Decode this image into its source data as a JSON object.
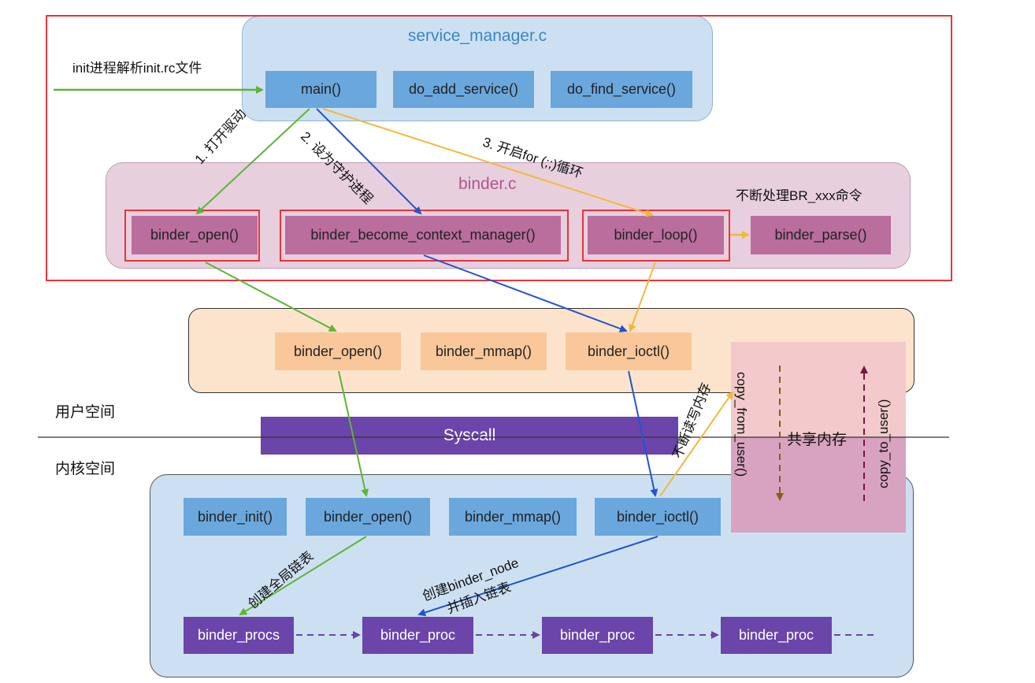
{
  "service_manager": {
    "title": "service_manager.c",
    "main": "main()",
    "add_service": "do_add_service()",
    "find_service": "do_find_service()"
  },
  "binder_c": {
    "title": "binder.c",
    "open": "binder_open()",
    "become_cm": "binder_become_context_manager()",
    "loop": "binder_loop()",
    "parse": "binder_parse()",
    "note": "不断处理BR_xxx命令"
  },
  "init_label": "init进程解析init.rc文件",
  "steps": {
    "s1": "1. 打开驱动",
    "s2": "2. 设为守护进程",
    "s3": "3. 开启for (;;)循环"
  },
  "user_lib": {
    "open": "binder_open()",
    "mmap": "binder_mmap()",
    "ioctl": "binder_ioctl()"
  },
  "user_space": "用户空间",
  "kernel_space": "内核空间",
  "syscall": "Syscall",
  "kernel": {
    "init": "binder_init()",
    "open": "binder_open()",
    "mmap": "binder_mmap()",
    "ioctl": "binder_ioctl()"
  },
  "shared_memory": {
    "title": "共享内存",
    "from_user": "copy_from_user()",
    "to_user": "copy_to_user()"
  },
  "rw_label": "不断读写内存",
  "create_global_list": "创建全局链表",
  "create_node_1": "创建binder_node",
  "create_node_2": "并插入链表",
  "procs": {
    "head": "binder_procs",
    "p1": "binder_proc",
    "p2": "binder_proc",
    "p3": "binder_proc"
  },
  "colors": {
    "green": "#5db534",
    "blue": "#2255cc",
    "yellow": "#f0b93a",
    "purple_dark": "#6a43a6",
    "red_frame": "#e8343b"
  }
}
